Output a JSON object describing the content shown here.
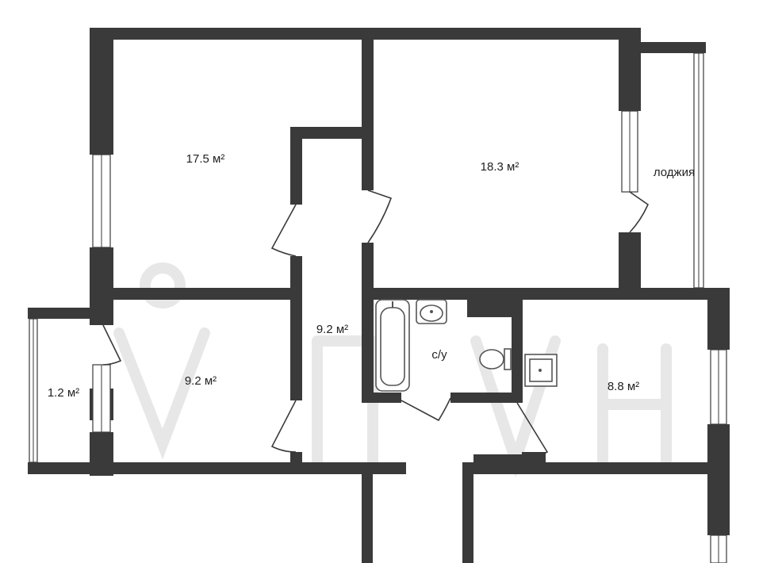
{
  "rooms": {
    "room_top_left": "17.5 м²",
    "room_top_center": "18.3 м²",
    "loggia": "лоджия",
    "corridor": "9.2 м²",
    "bathroom": "с/у",
    "room_bottom_left": "9.2 м²",
    "balcony": "1.2 м²",
    "kitchen": "8.8 м²"
  },
  "colors": {
    "wall": "#3a3a3a",
    "background": "#ffffff",
    "text": "#222222"
  }
}
